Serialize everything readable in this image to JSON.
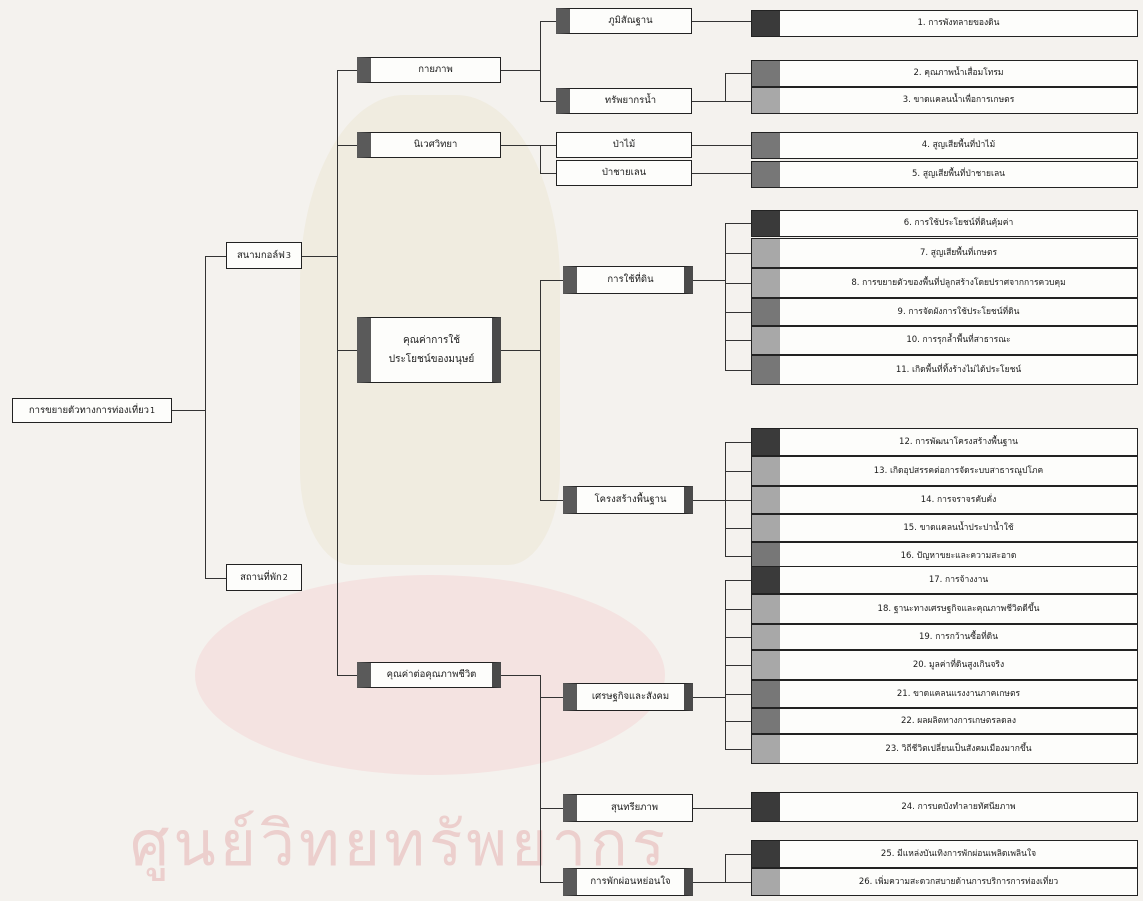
{
  "root": {
    "label": "การขยายตัวทางการท่องเที่ยว",
    "sup": "1"
  },
  "level1": [
    {
      "label": "สนามกอล์ฟ",
      "sup": "3"
    },
    {
      "label": "สถานที่พัก",
      "sup": "2"
    }
  ],
  "level2": [
    {
      "label": "กายภาพ"
    },
    {
      "label": "นิเวศวิทยา"
    },
    {
      "label": "คุณค่าการใช้ประโยชน์ของมนุษย์"
    },
    {
      "label": "คุณค่าต่อคุณภาพชีวิต"
    }
  ],
  "level3": [
    {
      "label": "ภูมิสัณฐาน"
    },
    {
      "label": "ทรัพยากรน้ำ"
    },
    {
      "label": "ป่าไม้"
    },
    {
      "label": "ป่าชายเลน"
    },
    {
      "label": "การใช้ที่ดิน"
    },
    {
      "label": "โครงสร้างพื้นฐาน"
    },
    {
      "label": "เศรษฐกิจและสังคม"
    },
    {
      "label": "สุนทรียภาพ"
    },
    {
      "label": "การพักผ่อนหย่อนใจ"
    }
  ],
  "impacts": [
    "1. การพังทลายของดิน",
    "2. คุณภาพน้ำเสื่อมโทรม",
    "3. ขาดแคลนน้ำเพื่อการเกษตร",
    "4. สูญเสียพื้นที่ป่าไม้",
    "5. สูญเสียพื้นที่ป่าชายเลน",
    "6. การใช้ประโยชน์ที่ดินคุ้มค่า",
    "7. สูญเสียพื้นที่เกษตร",
    "8. การขยายตัวของพื้นที่ปลูกสร้างโดยปราศจากการควบคุม",
    "9. การจัดผังการใช้ประโยชน์ที่ดิน",
    "10. การรุกล้ำพื้นที่สาธารณะ",
    "11. เกิดพื้นที่ทิ้งร้างไม่ได้ประโยชน์",
    "12. การพัฒนาโครงสร้างพื้นฐาน",
    "13. เกิดอุปสรรคต่อการจัดระบบสาธารณูปโภค",
    "14. การจราจรคับคั่ง",
    "15. ขาดแคลนน้ำประปาน้ำใช้",
    "16. ปัญหาขยะและความสะอาด",
    "17. การจ้างงาน",
    "18. ฐานะทางเศรษฐกิจและคุณภาพชีวิตดีขึ้น",
    "19. การกว้านซื้อที่ดิน",
    "20. มูลค่าที่ดินสูงเกินจริง",
    "21. ขาดแคลนแรงงานภาคเกษตร",
    "22. ผลผลิตทางการเกษตรลดลง",
    "23. วิถีชีวิตเปลี่ยนเป็นสังคมเมืองมากขึ้น",
    "24. การบดบังทำลายทัศนียภาพ",
    "25. มีแหล่งบันเทิงการพักผ่อนเพลิดเพลินใจ",
    "26. เพิ่มความสะดวกสบายด้านการบริการการท่องเที่ยว"
  ],
  "watermark": "ศูนย์วิทยทรัพยากร",
  "colors": {
    "dark": "#3a3a3a",
    "mid": "#777777",
    "light": "#a8a8a8",
    "pale": "#c9c9c9"
  }
}
